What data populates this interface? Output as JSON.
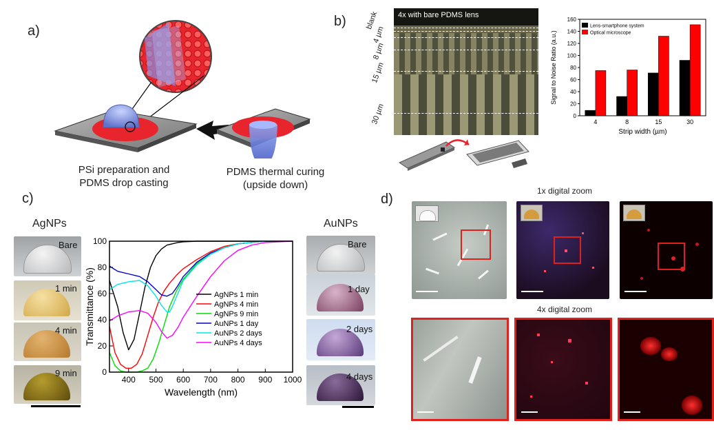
{
  "panels": {
    "a": {
      "label": "a)",
      "caption_left": [
        "PSi preparation and",
        "PDMS drop casting"
      ],
      "caption_right": [
        "PDMS thermal curing",
        "(upside down)"
      ]
    },
    "b": {
      "label": "b)",
      "micrograph_title": "4x with bare PDMS lens",
      "strip_labels": [
        "blank",
        "4 µm",
        "8 µm",
        "15 µm",
        "30 µm"
      ]
    },
    "c": {
      "label": "c)",
      "left_title": "AgNPs",
      "right_title": "AuNPs",
      "ag_photos": [
        "Bare",
        "1 min",
        "4 min",
        "9 min"
      ],
      "au_photos": [
        "Bare",
        "1 day",
        "2 days",
        "4 days"
      ]
    },
    "d": {
      "label": "d)",
      "zoom1_label": "1x digital zoom",
      "zoom4_label": "4x digital zoom"
    }
  },
  "chart_data": [
    {
      "type": "bar",
      "categories": [
        "4",
        "8",
        "15",
        "30"
      ],
      "series": [
        {
          "name": "Lens-smartphone system",
          "values": [
            9,
            32,
            71,
            92
          ],
          "color": "#000000"
        },
        {
          "name": "Optical microscope",
          "values": [
            75,
            76,
            132,
            151
          ],
          "color": "#ff0000"
        }
      ],
      "xlabel": "Strip width (µm)",
      "ylabel": "Signal to Noise Ratio (a.u.)",
      "ylim": [
        0,
        160
      ],
      "yticks": [
        0,
        20,
        40,
        60,
        80,
        100,
        120,
        140,
        160
      ],
      "legend": "top-left"
    },
    {
      "type": "line",
      "xlabel": "Wavelength (nm)",
      "ylabel": "Transmittance (%)",
      "xlim": [
        330,
        1000
      ],
      "ylim": [
        0,
        100
      ],
      "xticks": [
        400,
        500,
        600,
        700,
        800,
        900,
        1000
      ],
      "yticks": [
        0,
        20,
        40,
        60,
        80,
        100
      ],
      "legend": "lower-right",
      "series": [
        {
          "name": "AgNPs 1  min",
          "color": "#000000",
          "x": [
            330,
            360,
            380,
            400,
            420,
            440,
            460,
            480,
            500,
            520,
            540,
            560,
            580,
            600,
            650,
            700,
            800,
            1000
          ],
          "y": [
            70,
            50,
            30,
            17,
            25,
            45,
            65,
            80,
            89,
            94,
            97,
            98,
            99,
            99.5,
            100,
            100,
            100,
            100
          ]
        },
        {
          "name": "AgNPs 4  min",
          "color": "#ff0000",
          "x": [
            330,
            350,
            370,
            390,
            410,
            430,
            450,
            470,
            490,
            510,
            530,
            550,
            575,
            600,
            650,
            700,
            750,
            800,
            850,
            900,
            1000
          ],
          "y": [
            35,
            15,
            6,
            3,
            3,
            6,
            14,
            28,
            42,
            54,
            62,
            68,
            74,
            79,
            86,
            92,
            96,
            98,
            99,
            100,
            100
          ]
        },
        {
          "name": "AgNPs 9 min",
          "color": "#00dd00",
          "x": [
            330,
            350,
            370,
            390,
            410,
            430,
            450,
            470,
            490,
            510,
            530,
            550,
            575,
            600,
            650,
            700,
            750,
            800,
            850,
            900,
            1000
          ],
          "y": [
            15,
            5,
            1,
            0,
            0,
            0,
            1,
            3,
            10,
            22,
            36,
            50,
            62,
            71,
            83,
            91,
            95,
            98,
            99,
            100,
            100
          ]
        },
        {
          "name": "AuNPs 1 day",
          "color": "#0000cc",
          "x": [
            330,
            360,
            400,
            440,
            470,
            500,
            520,
            540,
            560,
            580,
            600,
            650,
            700,
            750,
            800,
            850,
            900,
            1000
          ],
          "y": [
            81,
            77,
            75,
            73,
            69,
            63,
            59,
            58,
            60,
            66,
            73,
            84,
            91,
            95,
            98,
            99,
            100,
            100
          ]
        },
        {
          "name": "AuNPs 2 days",
          "color": "#00e5e5",
          "x": [
            330,
            360,
            400,
            440,
            470,
            500,
            520,
            540,
            550,
            560,
            580,
            600,
            650,
            700,
            750,
            800,
            850,
            900,
            1000
          ],
          "y": [
            63,
            67,
            69,
            70,
            66,
            58,
            51,
            46,
            46,
            50,
            60,
            70,
            82,
            90,
            95,
            98,
            99,
            100,
            100
          ]
        },
        {
          "name": "AuNPs 4 days",
          "color": "#ff00ff",
          "x": [
            330,
            360,
            400,
            440,
            470,
            500,
            520,
            540,
            560,
            580,
            600,
            650,
            700,
            750,
            800,
            850,
            900,
            1000
          ],
          "y": [
            39,
            43,
            46,
            47,
            45,
            38,
            31,
            26,
            28,
            34,
            42,
            58,
            73,
            85,
            93,
            97,
            99,
            100
          ]
        }
      ]
    }
  ]
}
